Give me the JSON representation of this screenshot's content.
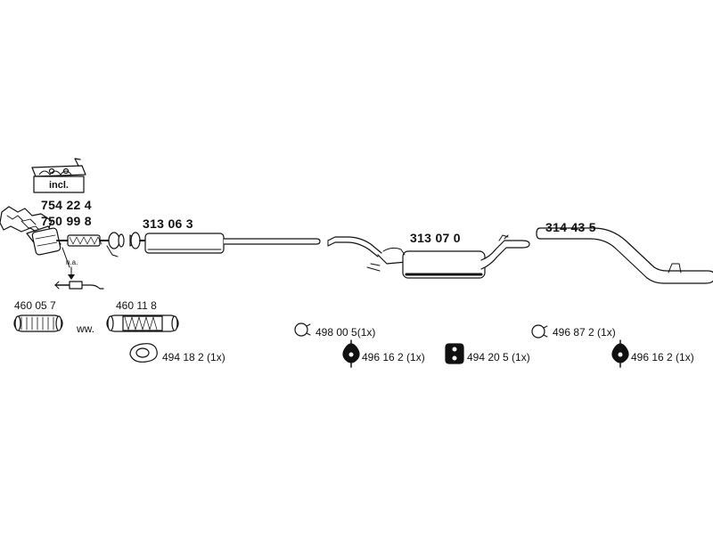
{
  "diagram": {
    "kit_label": "incl.",
    "catalyst_part_1": "754 22 4",
    "catalyst_part_2": "750 99 8",
    "sensor_note": "n.a.",
    "front_pipe_part": "313 06 3",
    "middle_silencer_part": "313 07 0",
    "tail_pipe_part": "314 43 5",
    "flex_part_1": "460 05 7",
    "flex_connector_text": "ww.",
    "flex_part_2": "460 11 8",
    "gasket_part": "494 18 2  (1x)",
    "clamp_part_1": "498 00 5(1x)",
    "hanger_part_1": "496 16 2  (1x)",
    "hanger_part_2": "494 20 5  (1x)",
    "clamp_part_2": "496 87 2  (1x)",
    "hanger_part_3": "496 16 2  (1x)"
  }
}
